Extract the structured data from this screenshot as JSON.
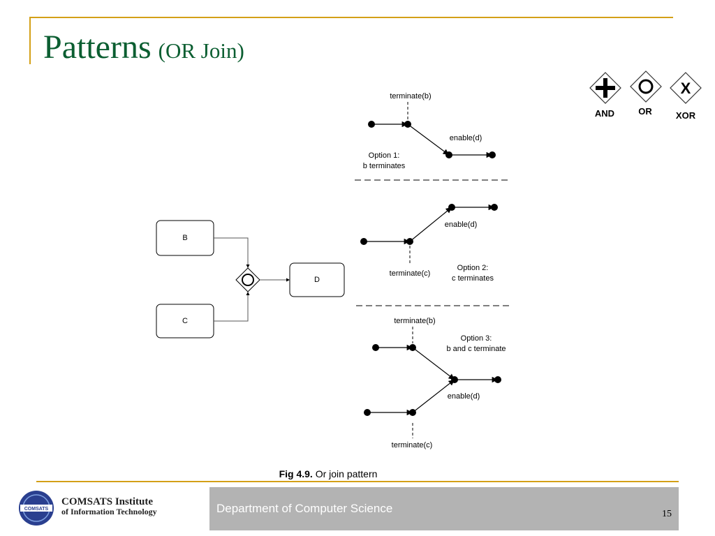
{
  "slide": {
    "title": "Patterns",
    "subtitle": "(OR Join)",
    "page_number": "15"
  },
  "legend": {
    "and_label": "AND",
    "or_label": "OR",
    "xor_label": "XOR",
    "xor_mark": "X"
  },
  "diagram": {
    "node_b": "B",
    "node_c": "C",
    "node_d": "D"
  },
  "option1": {
    "terminate": "terminate(b)",
    "enable": "enable(d)",
    "label_line1": "Option 1:",
    "label_line2": "b terminates"
  },
  "option2": {
    "enable": "enable(d)",
    "terminate": "terminate(c)",
    "label_line1": "Option 2:",
    "label_line2": "c terminates"
  },
  "option3": {
    "terminate_b": "terminate(b)",
    "label_line1": "Option 3:",
    "label_line2": "b and c terminate",
    "enable": "enable(d)",
    "terminate_c": "terminate(c)"
  },
  "caption": {
    "bold": "Fig 4.9.",
    "text": " Or join pattern"
  },
  "footer": {
    "department": "Department of Computer Science",
    "institute_line1": "COMSATS Institute",
    "institute_line2": "of Information Technology",
    "logo_text": "COMSATS"
  },
  "colors": {
    "title": "#0b5e31",
    "accent_rule": "#d4a017",
    "footer_band": "#b3b3b3"
  }
}
